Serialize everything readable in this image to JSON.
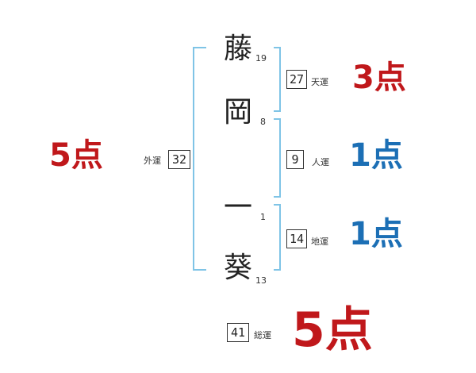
{
  "colors": {
    "red": "#c0181b",
    "blue": "#1c6fb5",
    "bracket": "#7fc4e6"
  },
  "name_characters": [
    {
      "char": "藤",
      "strokes": "19"
    },
    {
      "char": "岡",
      "strokes": "8"
    },
    {
      "char": "一",
      "strokes": "1"
    },
    {
      "char": "葵",
      "strokes": "13"
    }
  ],
  "fortunes": {
    "ten": {
      "value": "27",
      "label": "天運",
      "score": "3点",
      "color": "#c0181b"
    },
    "jin": {
      "value": "9",
      "label": "人運",
      "score": "1点",
      "color": "#1c6fb5"
    },
    "chi": {
      "value": "14",
      "label": "地運",
      "score": "1点",
      "color": "#1c6fb5"
    },
    "gai": {
      "value": "32",
      "label": "外運",
      "score": "5点",
      "color": "#c0181b"
    },
    "so": {
      "value": "41",
      "label": "総運",
      "score": "5点",
      "color": "#c0181b"
    }
  }
}
